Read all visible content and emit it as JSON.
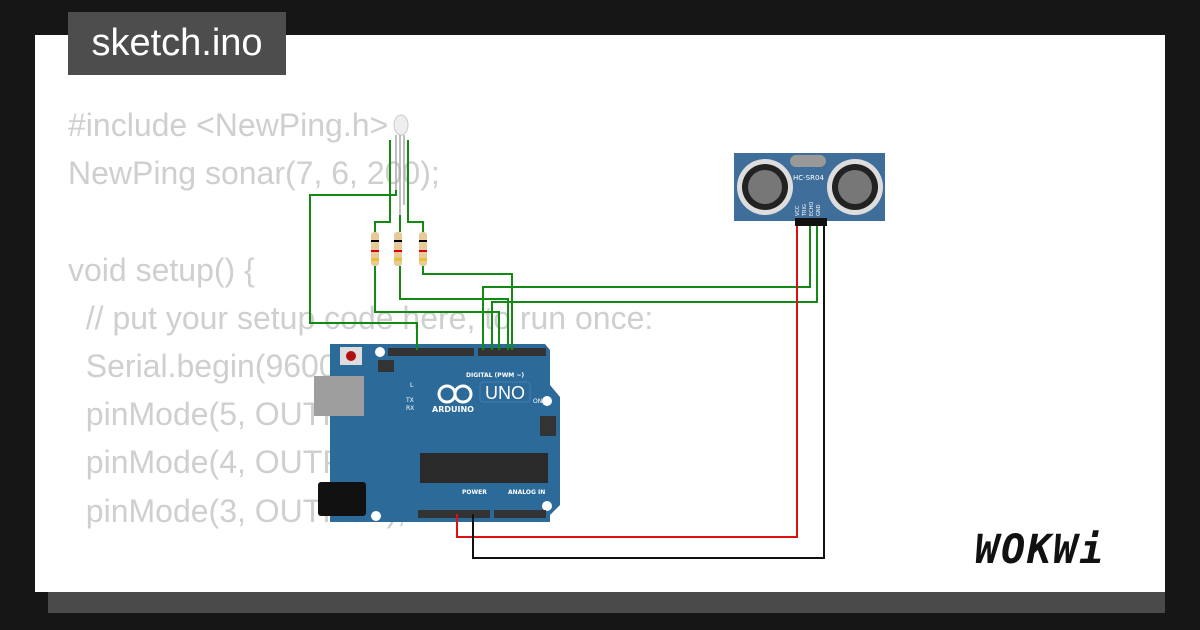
{
  "file_tab": {
    "title": "sketch.ino"
  },
  "code_lines": [
    "#include <NewPing.h>",
    "NewPing sonar(7, 6, 200);",
    "",
    "void setup() {",
    "  // put your setup code here, to run once:",
    "  Serial.begin(9600);",
    "  pinMode(5, OUTPUT);",
    "  pinMode(4, OUTPUT);",
    "  pinMode(3, OUTPUT);",
    "",
    "}"
  ],
  "sensor": {
    "label": "HC-SR04",
    "pins": [
      "VCC",
      "TRIG",
      "ECHO",
      "GND"
    ]
  },
  "arduino": {
    "brand": "ARDUINO",
    "model": "UNO",
    "digital_label": "DIGITAL (PWM ~)",
    "power_label": "POWER",
    "analog_label": "ANALOG IN",
    "on_label": "ON",
    "l_label": "L",
    "tx_label": "TX",
    "rx_label": "RX"
  },
  "logo": {
    "text": "WOKWi"
  },
  "colors": {
    "wire_green": "#138a13",
    "wire_red": "#e01010",
    "wire_black": "#111111",
    "board": "#2b6a99",
    "sensor": "#3f6e9a"
  }
}
